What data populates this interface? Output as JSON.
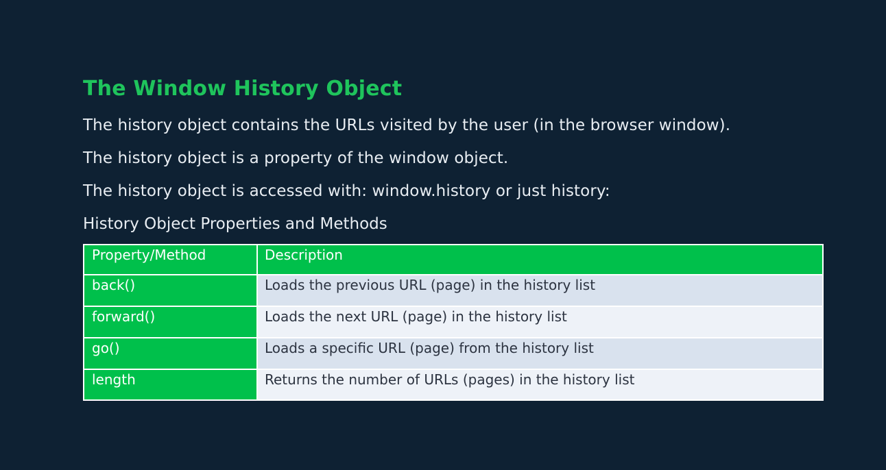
{
  "title": "The Window History Object",
  "paragraphs": [
    "The history object contains the URLs visited by the user (in the browser window).",
    "The history object is a property of the window object.",
    "The history object is accessed with: window.history or just history:"
  ],
  "table_heading": "History Object Properties and Methods",
  "table": {
    "headers": [
      "Property/Method",
      "Description"
    ],
    "rows": [
      [
        "back()",
        "Loads the previous URL (page) in the history list"
      ],
      [
        "forward()",
        "Loads the next URL (page) in the history list"
      ],
      [
        "go()",
        "Loads a specific URL (page) from the history list"
      ],
      [
        "length",
        "Returns the number of URLs (pages) in the history list"
      ]
    ]
  },
  "colors": {
    "background": "#0e2133",
    "accent": "#1fc45c",
    "table_green": "#00c04b",
    "row_shade_a": "#d9e2ee",
    "row_shade_b": "#eef2f8"
  }
}
